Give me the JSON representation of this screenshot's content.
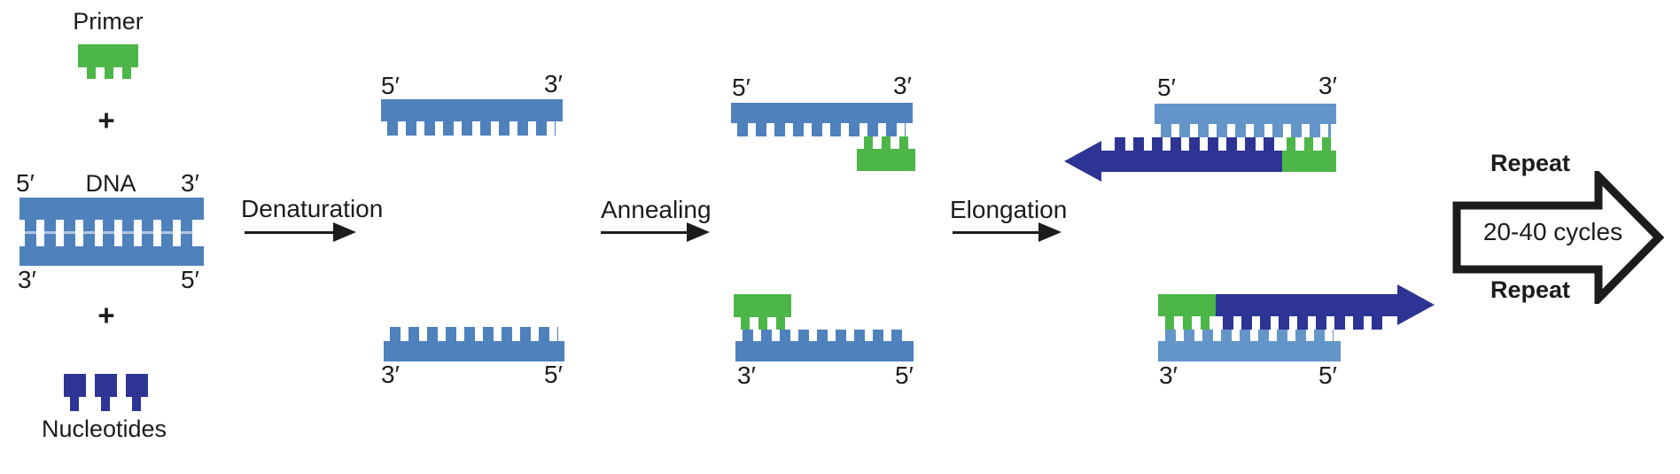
{
  "colors": {
    "strand_blue": "#4f81bd",
    "template_blue": "#6495c8",
    "primer_green": "#4cb648",
    "nucleotide_dark_blue": "#2d3494",
    "arrow_black": "#1c1c1c"
  },
  "reagents": {
    "primer_label": "Primer",
    "plus_top": "+",
    "dna_label": "DNA",
    "dna_top_left_end": "5′",
    "dna_top_right_end": "3′",
    "dna_bottom_left_end": "3′",
    "dna_bottom_right_end": "5′",
    "plus_bottom": "+",
    "nucleotides_label": "Nucleotides"
  },
  "steps": {
    "denaturation": {
      "label": "Denaturation",
      "top_strand": {
        "left_end": "5′",
        "right_end": "3′"
      },
      "bottom_strand": {
        "left_end": "3′",
        "right_end": "5′"
      }
    },
    "annealing": {
      "label": "Annealing",
      "top_strand": {
        "left_end": "5′",
        "right_end": "3′"
      },
      "bottom_strand": {
        "left_end": "3′",
        "right_end": "5′"
      }
    },
    "elongation": {
      "label": "Elongation",
      "top_strand": {
        "left_end": "5′",
        "right_end": "3′"
      },
      "bottom_strand": {
        "left_end": "3′",
        "right_end": "5′"
      }
    }
  },
  "repeat": {
    "label_top": "Repeat",
    "cycles": "20-40 cycles",
    "label_bottom": "Repeat"
  }
}
